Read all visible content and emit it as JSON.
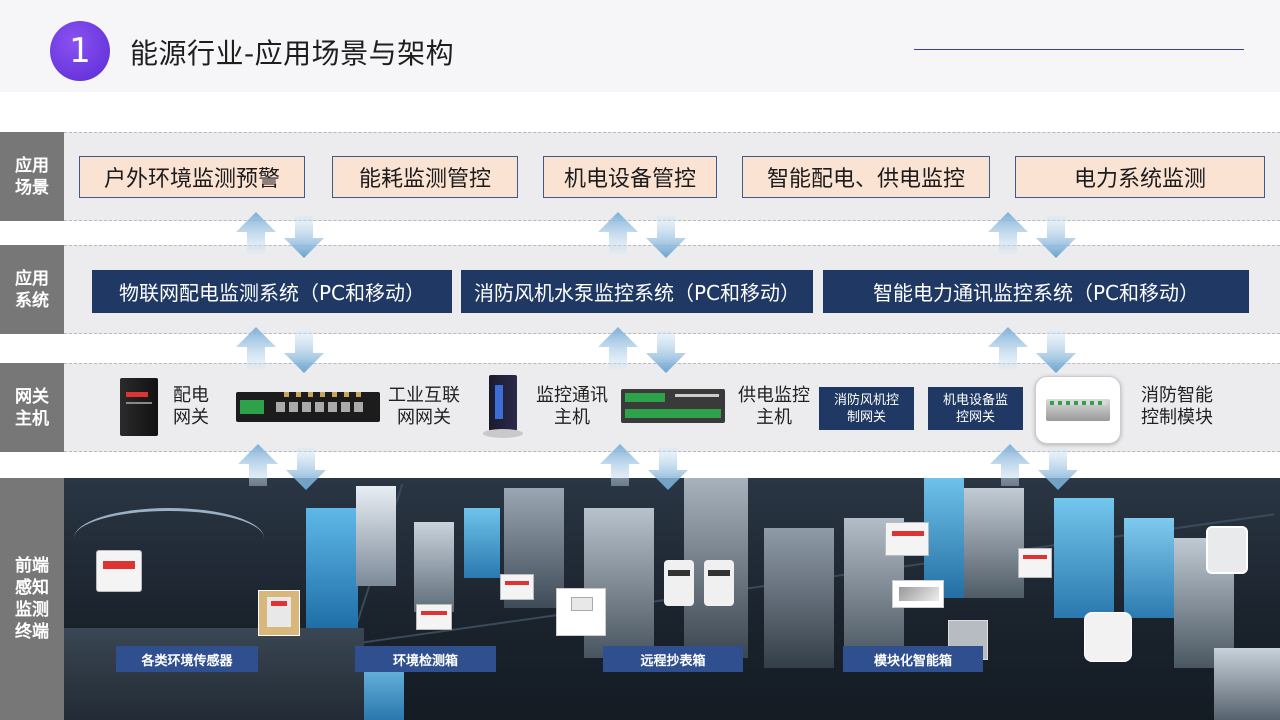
{
  "header": {
    "number": "1",
    "title": "能源行业-应用场景与架构"
  },
  "rows": {
    "scenario_label": "应用\n场景",
    "system_label": "应用\n系统",
    "gateway_label": "网关\n主机",
    "terminal_label": "前端\n感知\n监测\n终端"
  },
  "scenarios": [
    "户外环境监测预警",
    "能耗监测管控",
    "机电设备管控",
    "智能配电、供电监控",
    "电力系统监测"
  ],
  "systems": [
    "物联网配电监测系统（PC和移动）",
    "消防风机水泵监控系统（PC和移动）",
    "智能电力通讯监控系统（PC和移动）"
  ],
  "gateways": {
    "distribution": "配电\n网关",
    "industrial": "工业互联\n网网关",
    "monitor_host": "监控通讯\n主机",
    "power_host": "供电监控\n主机",
    "fire_fan_box": "消防风机控\n制网关",
    "mech_box": "机电设备监\n控网关",
    "fire_module": "消防智能\n控制模块"
  },
  "terminals": [
    "各类环境传感器",
    "环境检测箱",
    "远程抄表箱",
    "模块化智能箱"
  ],
  "colors": {
    "accent_purple": "#6a3be0",
    "navy": "#1f3864",
    "scene_fill": "#fbe3d4",
    "label_gray": "#777777",
    "arrow_blue": "#5b9bd5"
  }
}
